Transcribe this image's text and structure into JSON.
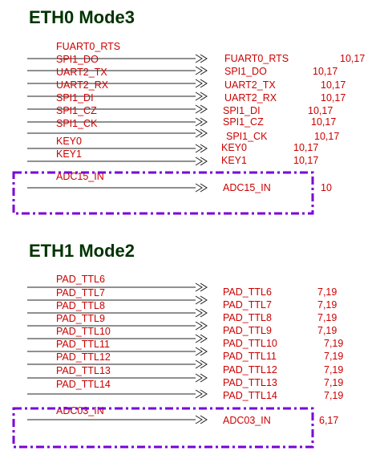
{
  "sections": [
    {
      "title": "ETH0 Mode3",
      "top_label": "FUART0_RTS",
      "left": [
        "SPI1_DO",
        "UART2_TX",
        "UART2_RX",
        "SPI1_DI",
        "SPI1_CZ",
        "SPI1_CK",
        "KEY0",
        "KEY1",
        "ADC15_IN"
      ],
      "right": [
        {
          "name": "FUART0_RTS",
          "ref": "10,17"
        },
        {
          "name": "SPI1_DO",
          "ref": "10,17"
        },
        {
          "name": "UART2_TX",
          "ref": "10,17"
        },
        {
          "name": "UART2_RX",
          "ref": "10,17"
        },
        {
          "name": "SPI1_DI",
          "ref": "10,17"
        },
        {
          "name": "SPI1_CZ",
          "ref": "10,17"
        },
        {
          "name": "SPI1_CK",
          "ref": "10,17"
        },
        {
          "name": "KEY0",
          "ref": "10,17"
        },
        {
          "name": "KEY1",
          "ref": "10,17"
        },
        {
          "name": "ADC15_IN",
          "ref": "10"
        }
      ]
    },
    {
      "title": "ETH1 Mode2",
      "top_label": "PAD_TTL6",
      "left": [
        "PAD_TTL7",
        "PAD_TTL8",
        "PAD_TTL9",
        "PAD_TTL10",
        "PAD_TTL11",
        "PAD_TTL12",
        "PAD_TTL13",
        "PAD_TTL14",
        "ADC03_IN"
      ],
      "right": [
        {
          "name": "PAD_TTL6",
          "ref": "7,19"
        },
        {
          "name": "PAD_TTL7",
          "ref": "7,19"
        },
        {
          "name": "PAD_TTL8",
          "ref": "7,19"
        },
        {
          "name": "PAD_TTL9",
          "ref": "7,19"
        },
        {
          "name": "PAD_TTL10",
          "ref": "7,19"
        },
        {
          "name": "PAD_TTL11",
          "ref": "7,19"
        },
        {
          "name": "PAD_TTL12",
          "ref": "7,19"
        },
        {
          "name": "PAD_TTL13",
          "ref": "7,19"
        },
        {
          "name": "PAD_TTL14",
          "ref": "7,19"
        },
        {
          "name": "ADC03_IN",
          "ref": "6,17"
        }
      ]
    }
  ]
}
